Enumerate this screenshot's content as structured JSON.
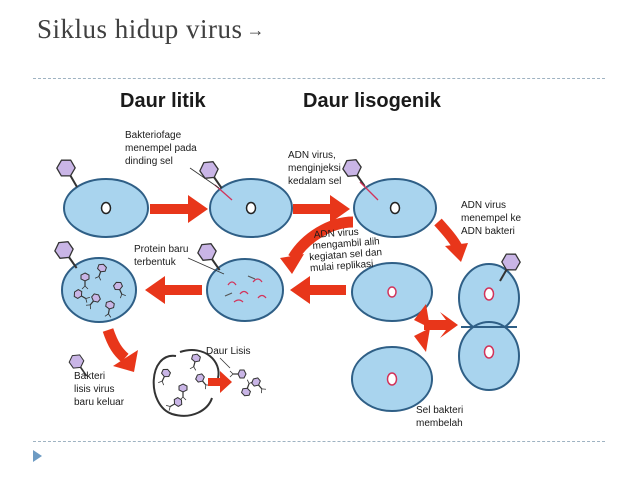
{
  "slide": {
    "title": "Siklus hidup virus",
    "title_arrow": "→"
  },
  "diagram": {
    "heading_lytic": "Daur  litik",
    "heading_lysogenic": "Daur  lisogenik",
    "labels": {
      "attach": [
        "Bakteriofage",
        "menempel pada",
        "dinding sel"
      ],
      "inject": [
        "ADN virus,",
        "menginjeksi",
        "kedalam sel"
      ],
      "integrate": [
        "ADN virus",
        "menempel ke",
        "ADN bakteri"
      ],
      "takeover": [
        "ADN virus",
        "mengambil alih",
        "kegiatan sel dan",
        "mulai replikasi"
      ],
      "protein": [
        "Protein baru",
        "terbentuk"
      ],
      "lysis": "Daur Lisis",
      "release": [
        "Bakteri",
        "lisis virus",
        "baru keluar"
      ],
      "divide": [
        "Sel bakteri",
        "membelah"
      ]
    }
  },
  "colors": {
    "cell_fill": "#a9d4ee",
    "cell_stroke": "#2f5f86",
    "arrow": "#e8361a",
    "phage_head": "#c9b5e6",
    "virus_dna": "#d2335a"
  }
}
